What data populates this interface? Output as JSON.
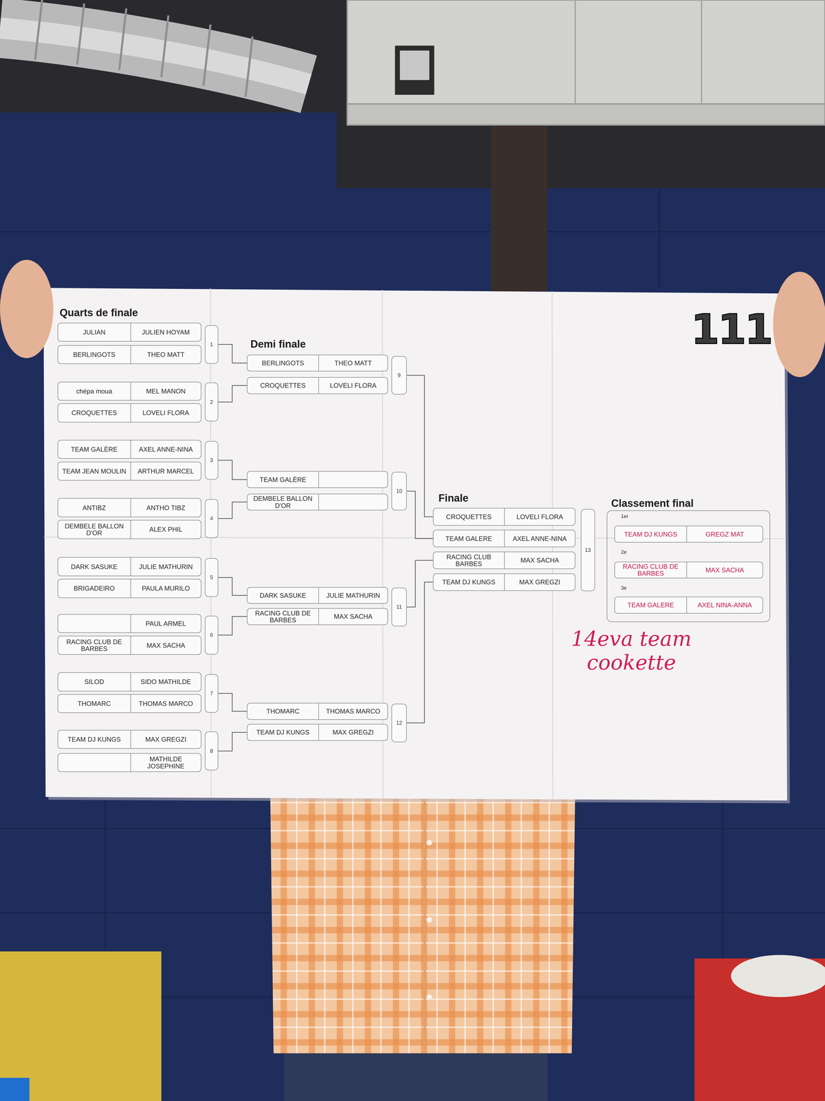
{
  "diagram": {
    "nodes": [
      {
        "text": [
          "JULIAN",
          "JULIEN HOYAM"
        ]
      },
      {
        "text": [
          "BERLINGOTS",
          "THEO MATT"
        ]
      },
      {
        "text": [
          "chépa moua",
          "MEL MANON"
        ]
      },
      {
        "text": [
          "CROQUETTES",
          "LOVELI FLORA"
        ]
      },
      {
        "text": [
          "TEAM GALÈRE",
          "AXEL ANNE-NINA"
        ]
      },
      {
        "text": [
          "TEAM JEAN MOULIN",
          "ARTHUR MARCEL"
        ]
      },
      {
        "text": [
          "ANTIBZ",
          "ANTHO TIBZ"
        ]
      },
      {
        "text": [
          "DEMBELE BALLON D'OR",
          "ALEX PHIL"
        ]
      },
      {
        "text": [
          "DARK SASUKE",
          "JULIE MATHURIN"
        ]
      },
      {
        "text": [
          "BRIGADEIRO",
          "PAULA MURILO"
        ]
      },
      {
        "text": [
          "PAUL ARMEL"
        ]
      },
      {
        "text": [
          "RACING CLUB DE BARBES",
          "MAX SACHA"
        ]
      },
      {
        "text": [
          "SILOD",
          "SIDO MATHILDE"
        ]
      },
      {
        "text": [
          "THOMARC",
          "THOMAS MARCO"
        ]
      },
      {
        "text": [
          "TEAM DJ KUNGS",
          "MAX GREGZI"
        ]
      },
      {
        "text": [
          "MATHILDE JOSEPHINE"
        ]
      },
      {
        "text": [
          "1"
        ]
      },
      {
        "text": [
          "2"
        ]
      },
      {
        "text": [
          "3"
        ]
      },
      {
        "text": [
          "4"
        ]
      },
      {
        "text": [
          "5"
        ]
      },
      {
        "text": [
          "6"
        ]
      },
      {
        "text": [
          "7"
        ]
      },
      {
        "text": [
          "8"
        ]
      },
      {
        "text": [
          "BERLINGOTS",
          "THEO MATT"
        ]
      },
      {
        "text": [
          "CROQUETTES",
          "LOVELI FLORA"
        ]
      },
      {
        "text": [
          "TEAM GALÈRE"
        ]
      },
      {
        "text": [
          "DEMBELE BALLON D'OR"
        ]
      },
      {
        "text": [
          "DARK SASUKE",
          "JULIE MATHURIN"
        ]
      },
      {
        "text": [
          "RACING CLUB DE BARBES",
          "MAX SACHA"
        ]
      },
      {
        "text": [
          "THOMARC",
          "THOMAS MARCO"
        ]
      },
      {
        "text": [
          "TEAM DJ KUNGS",
          "MAX GREGZI"
        ]
      },
      {
        "text": [
          "9"
        ]
      },
      {
        "text": [
          "10"
        ]
      },
      {
        "text": [
          "11"
        ]
      },
      {
        "text": [
          "12"
        ]
      },
      {
        "text": [
          "CROQUETTES",
          "LOVELI FLORA"
        ]
      },
      {
        "text": [
          "TEAM GALERE",
          "AXEL ANNE-NINA"
        ]
      },
      {
        "text": [
          "RACING CLUB BARBES",
          "MAX SACHA"
        ]
      },
      {
        "text": [
          "TEAM DJ KUNGS",
          "MAX GREGZI"
        ]
      },
      {
        "text": [
          "13"
        ]
      },
      {
        "text": [
          "Classement final"
        ]
      },
      {
        "text": [
          "TEAM DJ KUNGS",
          "GREGZ MAT"
        ],
        "in": 41
      },
      {
        "text": [
          "RACING CLUB DE BARBES",
          "MAX SACHA"
        ],
        "in": 41
      },
      {
        "text": [
          "TEAM GALERE",
          "AXEL NINA-ANNA"
        ],
        "in": 41
      }
    ],
    "edges": [
      {
        "from": 16,
        "to": 24,
        "arrow": "none"
      },
      {
        "from": 17,
        "to": 25,
        "arrow": "none"
      },
      {
        "from": 18,
        "to": 26,
        "arrow": "none"
      },
      {
        "from": 19,
        "to": 27,
        "arrow": "none"
      },
      {
        "from": 20,
        "to": 28,
        "arrow": "none"
      },
      {
        "from": 21,
        "to": 29,
        "arrow": "none"
      },
      {
        "from": 22,
        "to": 30,
        "arrow": "none"
      },
      {
        "from": 23,
        "to": 31,
        "arrow": "none"
      },
      {
        "from": 32,
        "to": 36,
        "arrow": "none"
      },
      {
        "from": 33,
        "to": 37,
        "arrow": "none"
      },
      {
        "from": 34,
        "to": 38,
        "arrow": "none"
      },
      {
        "from": 35,
        "to": 39,
        "arrow": "none"
      }
    ],
    "labels": [
      "Quarts de finale",
      "Demi finale",
      "Finale",
      "1er",
      "2e",
      "3e",
      "111",
      "14eva team cookette"
    ]
  }
}
